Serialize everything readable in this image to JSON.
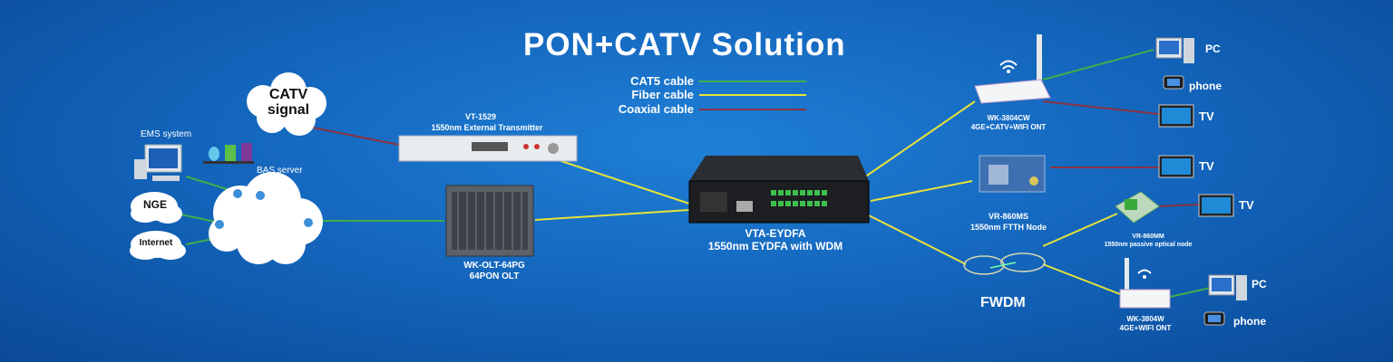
{
  "title": "PON+CATV Solution",
  "legend": [
    {
      "label": "CAT5 cable",
      "color": "#3fae4a"
    },
    {
      "label": "Fiber cable",
      "color": "#e8e23a"
    },
    {
      "label": "Coaxial cable",
      "color": "#8a3340"
    }
  ],
  "nodes": {
    "catv": "CATV signal",
    "ems": "EMS system",
    "bas": "BAS server",
    "nge": "NGE",
    "internet": "Internet",
    "transmitter_model": "VT-1529",
    "transmitter_desc": "1550nm External  Transmitter",
    "olt_model": "WK-OLT-64PG",
    "olt_desc": "64PON OLT",
    "edfa_model": "VTA-EYDFA",
    "edfa_desc": "1550nm EYDFA with WDM",
    "ont1_model": "WK-3804CW",
    "ont1_desc": "4GE+CATV+WIFI ONT",
    "node_model": "VR-860MS",
    "node_desc": "1550nm FTTH Node",
    "passive_model": "VR-860MM",
    "passive_desc": "1550nm passive optical node",
    "fwdm": "FWDM",
    "ont2_model": "WK-3804W",
    "ont2_desc": "4GE+WIFI ONT",
    "pc": "PC",
    "phone": "phone",
    "tv": "TV"
  }
}
